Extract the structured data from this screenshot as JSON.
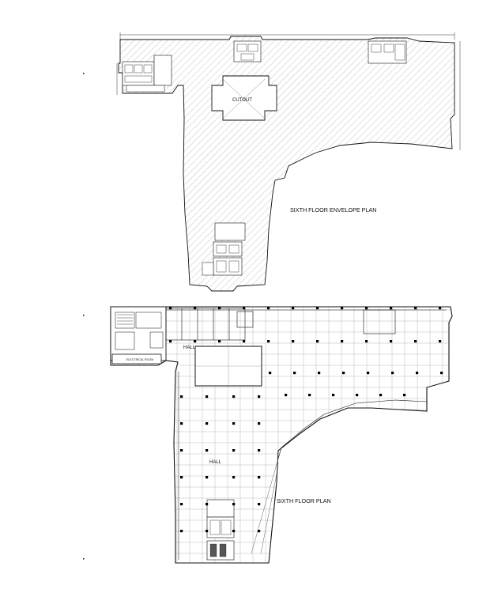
{
  "drawing": {
    "envelope_plan": {
      "title": "SIXTH FLOOR ENVELOPE PLAN",
      "cutout_label": "CUTOUT"
    },
    "floor_plan": {
      "title": "SIXTH  FLOOR PLAN",
      "hall_labels": [
        "HALL",
        "HALL"
      ],
      "electrical_room_label": "ELECTRICAL ROOM"
    }
  }
}
